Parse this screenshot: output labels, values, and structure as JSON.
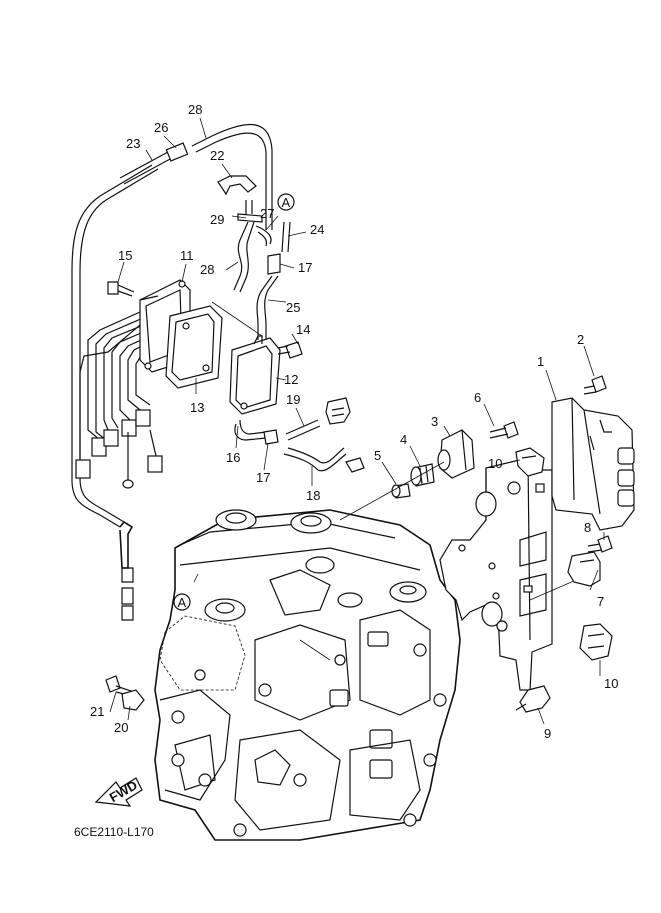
{
  "callouts": [
    "1",
    "2",
    "3",
    "4",
    "5",
    "6",
    "7",
    "8",
    "9",
    "10",
    "10",
    "11",
    "12",
    "13",
    "14",
    "15",
    "16",
    "17",
    "17",
    "18",
    "19",
    "20",
    "21",
    "22",
    "23",
    "24",
    "25",
    "26",
    "27",
    "28",
    "28",
    "29"
  ],
  "reference_marks": [
    "A",
    "A"
  ],
  "direction_label": "FWD",
  "diagram_code": "6CE2110-L170"
}
